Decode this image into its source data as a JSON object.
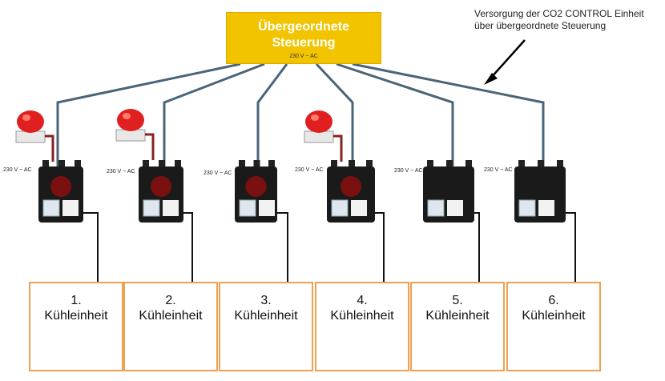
{
  "master": {
    "line1": "Übergeordnete",
    "line2": "Steuerung",
    "voltage": "230 V ~ AC"
  },
  "annotation": {
    "line1": "Versorgung der CO2 CONTROL Einheit",
    "line2": "über übergeordnete Steuerung"
  },
  "controller_voltage": "230 V ~ AC",
  "controllers": [
    {
      "beacon": true
    },
    {
      "beacon": true
    },
    {
      "beacon": false
    },
    {
      "beacon": true
    },
    {
      "beacon": false
    },
    {
      "beacon": false
    }
  ],
  "units": [
    {
      "number": "1.",
      "label": "Kühleinheit"
    },
    {
      "number": "2.",
      "label": "Kühleinheit"
    },
    {
      "number": "3.",
      "label": "Kühleinheit"
    },
    {
      "number": "4.",
      "label": "Kühleinheit"
    },
    {
      "number": "5.",
      "label": "Kühleinheit"
    },
    {
      "number": "6.",
      "label": "Kühleinheit"
    }
  ],
  "colors": {
    "master_fill": "#f2c400",
    "bus_line": "#4a6478",
    "unit_border": "#f0a050",
    "beacon": "#e02020",
    "controller": "#1a1a1a",
    "cooler_dome": "#2a3a9a"
  }
}
